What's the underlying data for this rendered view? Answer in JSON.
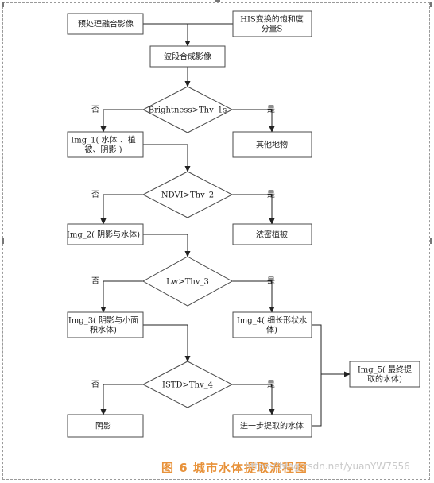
{
  "diagram": {
    "nodes": {
      "preprocess": {
        "lines": [
          "预处理融合影像"
        ]
      },
      "his": {
        "lines": [
          "HIS变换的饱和度",
          "分量S"
        ]
      },
      "composite": {
        "lines": [
          "波段合成影像"
        ]
      },
      "d1": {
        "lines": [
          "Brightness>Thv_1s"
        ]
      },
      "img1": {
        "lines": [
          "Img_1( 水体 、植",
          "被、阴影 )"
        ]
      },
      "other": {
        "lines": [
          "其他地物"
        ]
      },
      "d2": {
        "lines": [
          "NDVI>Thv_2"
        ]
      },
      "img2": {
        "lines": [
          "Img_2( 阴影与水体)"
        ]
      },
      "dense": {
        "lines": [
          "浓密植被"
        ]
      },
      "d3": {
        "lines": [
          "Lw>Thv_3"
        ]
      },
      "img3": {
        "lines": [
          "Img_3( 阴影与小面",
          "积水体)"
        ]
      },
      "img4": {
        "lines": [
          "Img_4( 细长形状水",
          "体)"
        ]
      },
      "img5": {
        "lines": [
          "Img_5( 最终提",
          "取的水体)"
        ]
      },
      "d4": {
        "lines": [
          "ISTD>Thv_4"
        ]
      },
      "shadow": {
        "lines": [
          "阴影"
        ]
      },
      "further": {
        "lines": [
          "进一步提取的水体"
        ]
      }
    },
    "edge_labels": {
      "no": "否",
      "yes": "是"
    }
  },
  "caption": "图 6   城市水体提取流程图",
  "watermark": "https://blog.csdn.net/yuanYW7556"
}
